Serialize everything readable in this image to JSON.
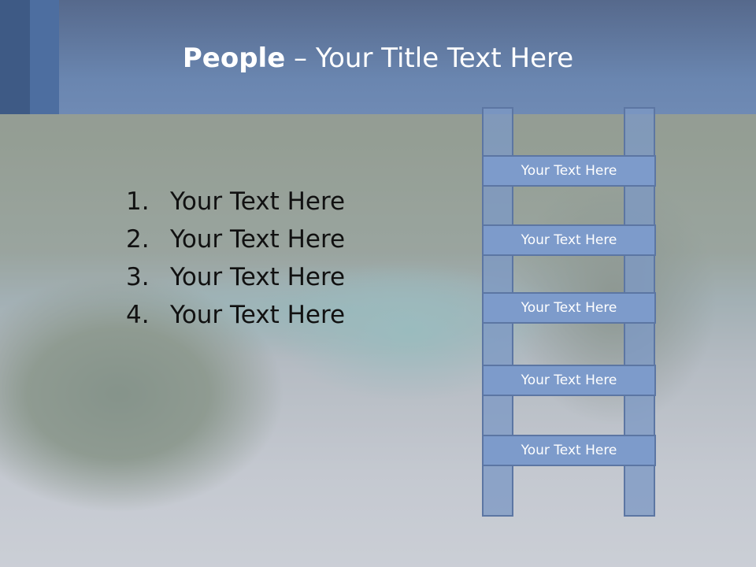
{
  "slide": {
    "title_bold": "People",
    "title_rest": " – Your Title Text Here"
  },
  "list": [
    {
      "number": "1.",
      "text": "Your Text Here"
    },
    {
      "number": "2.",
      "text": "Your Text Here"
    },
    {
      "number": "3.",
      "text": "Your Text Here"
    },
    {
      "number": "4.",
      "text": "Your Text Here"
    }
  ],
  "ladder": {
    "rungs": [
      "Your Text Here",
      "Your Text Here",
      "Your Text Here",
      "Your Text Here",
      "Your Text Here"
    ]
  },
  "colors": {
    "header": "#6a86b0",
    "rung_fill": "#7d9bcb",
    "rung_border": "#5c76a3"
  }
}
